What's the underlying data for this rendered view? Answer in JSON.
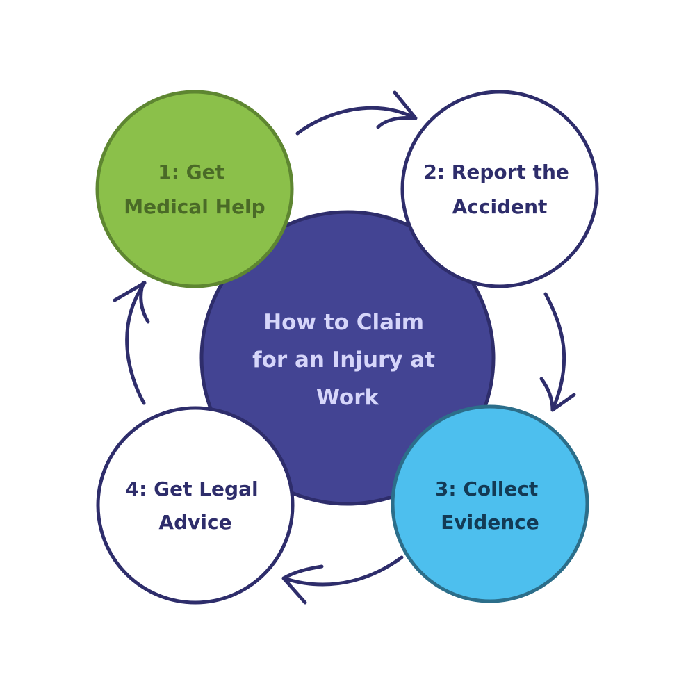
{
  "title": [
    "How to Claim",
    "for an Injury at",
    "Work"
  ],
  "steps": [
    {
      "label": [
        "1: Get",
        "Medical Help"
      ],
      "fill": "#8bc04a",
      "stroke": "#5e8631",
      "text_color": "#4a6a27"
    },
    {
      "label": [
        "2: Report the",
        "Accident"
      ],
      "fill": "#ffffff",
      "stroke": "#2e2d6b",
      "text_color": "#2e2d6b"
    },
    {
      "label": [
        "3: Collect",
        "Evidence"
      ],
      "fill": "#4dbfee",
      "stroke": "#2c6e8a",
      "text_color": "#133a55"
    },
    {
      "label": [
        "4: Get Legal",
        "Advice"
      ],
      "fill": "#ffffff",
      "stroke": "#2e2d6b",
      "text_color": "#2e2d6b"
    }
  ],
  "colors": {
    "center_fill": "#434493",
    "center_stroke": "#2e2d6b",
    "center_text": "#d6d6fa",
    "arrow": "#2e2d6b"
  },
  "flow": [
    "1 -> 2",
    "2 -> 3",
    "3 -> 4",
    "4 -> 1"
  ]
}
